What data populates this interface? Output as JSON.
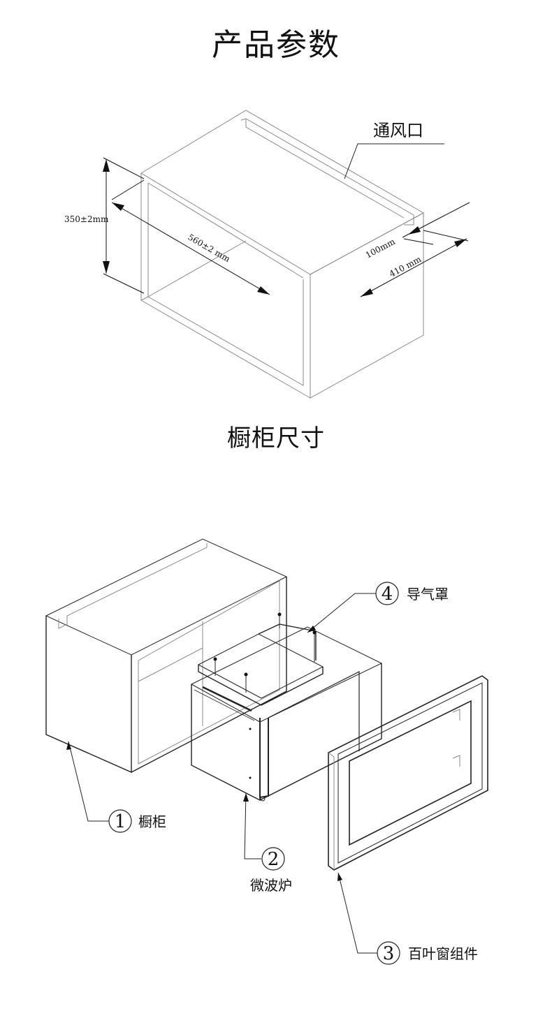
{
  "title": "产品参数",
  "cabinet_diagram": {
    "vent_label": "通风口",
    "dimensions": {
      "height": "350±2mm",
      "width": "560±2 mm",
      "depth": "410  mm",
      "vent_gap": "100mm"
    },
    "caption": "橱柜尺寸"
  },
  "assembly_diagram": {
    "parts": [
      {
        "number": "1",
        "name": "橱柜"
      },
      {
        "number": "2",
        "name": "微波炉"
      },
      {
        "number": "3",
        "name": "百叶窗组件"
      },
      {
        "number": "4",
        "name": "导气罩"
      }
    ]
  }
}
